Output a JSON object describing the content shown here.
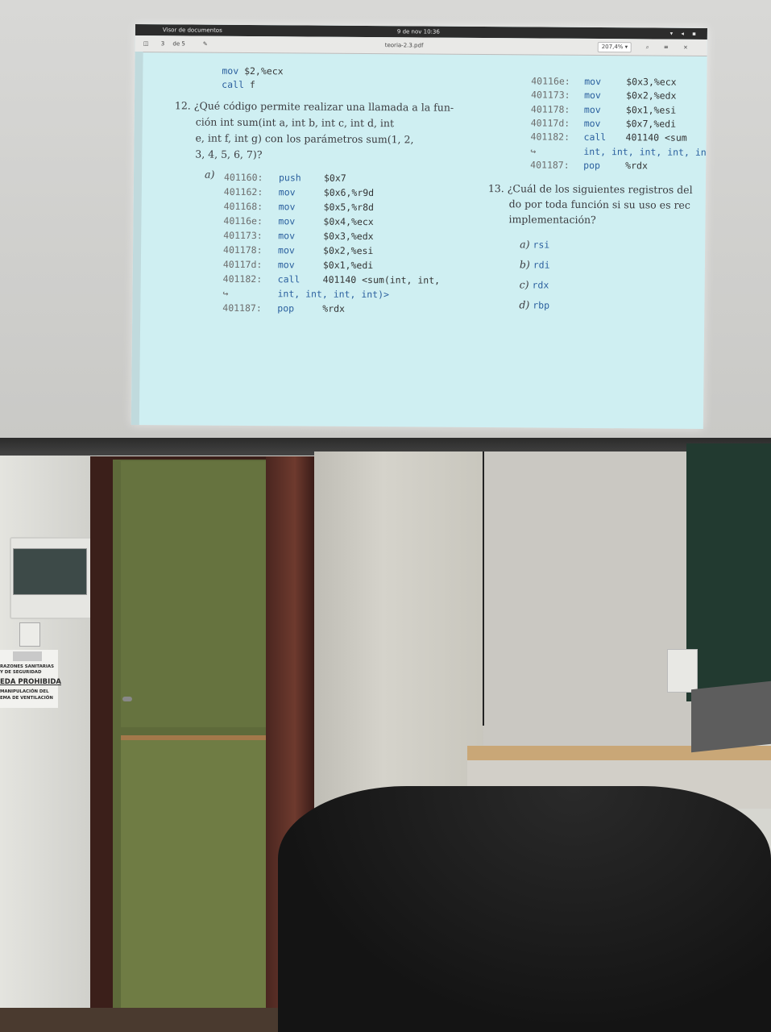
{
  "viewer": {
    "app_title": "Visor de documentos",
    "datetime": "9 de nov 10:36",
    "window_controls": "▾ ◂ ▪",
    "sidebar_toggle": "◫",
    "page_current": "3",
    "page_of": "de 5",
    "annotate_icon": "pen-icon",
    "filename": "teoria-2.3.pdf",
    "zoom": "207,4% ▾",
    "tools": "⌕ ≡ ×"
  },
  "document": {
    "left_top_code": [
      {
        "op": "mov",
        "arg": "$2,%ecx"
      },
      {
        "op": "call",
        "arg": "f"
      }
    ],
    "q12": {
      "number": "12.",
      "lines": [
        "¿Qué código permite realizar una llamada a la fun-",
        "ción int sum(int a, int b, int c, int d, int",
        "e, int f, int g) con los parámetros sum(1, 2,",
        "3, 4, 5, 6, 7)?"
      ],
      "option_label": "a)",
      "listing": [
        {
          "addr": "401160:",
          "op": "push",
          "arg": "$0x7"
        },
        {
          "addr": "401162:",
          "op": "mov",
          "arg": "$0x6,%r9d"
        },
        {
          "addr": "401168:",
          "op": "mov",
          "arg": "$0x5,%r8d"
        },
        {
          "addr": "40116e:",
          "op": "mov",
          "arg": "$0x4,%ecx"
        },
        {
          "addr": "401173:",
          "op": "mov",
          "arg": "$0x3,%edx"
        },
        {
          "addr": "401178:",
          "op": "mov",
          "arg": "$0x2,%esi"
        },
        {
          "addr": "40117d:",
          "op": "mov",
          "arg": "$0x1,%edi"
        },
        {
          "addr": "401182:",
          "op": "call",
          "arg": "401140 <sum(int, int,"
        },
        {
          "addr": "↪",
          "op": "int, int, int, int)>",
          "arg": ""
        },
        {
          "addr": "401187:",
          "op": "pop",
          "arg": "%rdx"
        }
      ]
    },
    "right_top_code": [
      {
        "addr": "40116e:",
        "op": "mov",
        "arg": "$0x3,%ecx"
      },
      {
        "addr": "401173:",
        "op": "mov",
        "arg": "$0x2,%edx"
      },
      {
        "addr": "401178:",
        "op": "mov",
        "arg": "$0x1,%esi"
      },
      {
        "addr": "40117d:",
        "op": "mov",
        "arg": "$0x7,%edi"
      },
      {
        "addr": "401182:",
        "op": "call",
        "arg": "401140 <sum"
      },
      {
        "addr": "↪",
        "op": "int, int, int, int, int",
        "arg": ""
      },
      {
        "addr": "401187:",
        "op": "pop",
        "arg": "%rdx"
      }
    ],
    "q13": {
      "number": "13.",
      "lines": [
        "¿Cuál de los siguientes registros del",
        "do por toda función si su uso es rec",
        "implementación?"
      ],
      "options": [
        {
          "label": "a)",
          "value": "rsi"
        },
        {
          "label": "b)",
          "value": "rdi"
        },
        {
          "label": "c)",
          "value": "rdx"
        },
        {
          "label": "d)",
          "value": "rbp"
        }
      ]
    }
  },
  "room": {
    "sign_lines": [
      "RAZONES SANITARIAS",
      "Y DE SEGURIDAD",
      "EDA PROHIBIDA",
      "MANIPULACIÓN DEL",
      "EMA DE VENTILACIÓN"
    ]
  }
}
